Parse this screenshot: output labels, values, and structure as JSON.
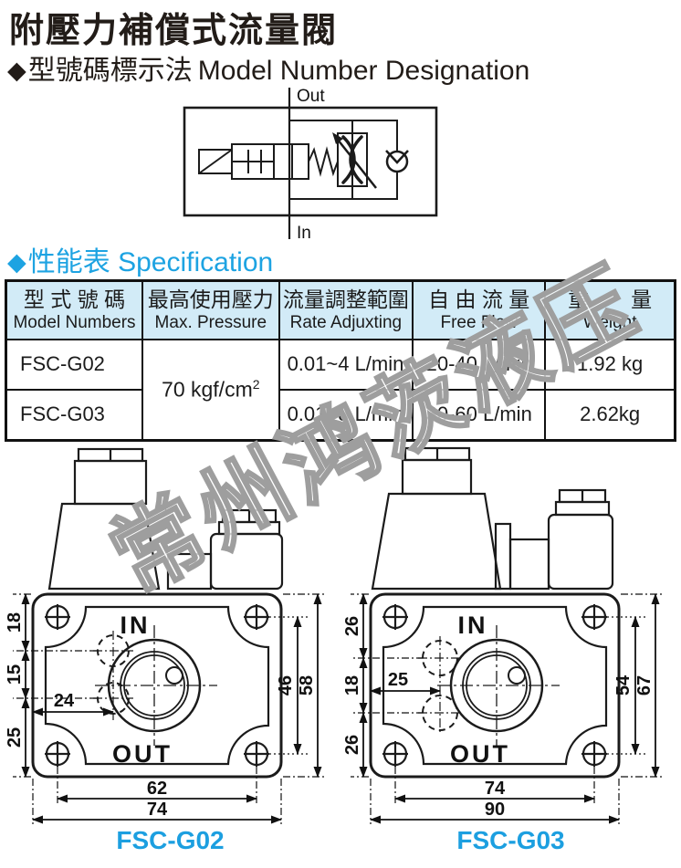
{
  "page": {
    "title": "附壓力補償式流量閥",
    "diamond": "◆",
    "subtitle_zh": "型號碼標示法",
    "subtitle_en": "Model Number Designation"
  },
  "circuit": {
    "out_label": "Out",
    "in_label": "In"
  },
  "spec": {
    "heading_zh": "性能表",
    "heading_en": "Specification",
    "accent_color": "#1da3e2",
    "header_bg": "#d2ebf7",
    "columns": [
      {
        "zh": "型 式 號 碼",
        "en": "Model Numbers"
      },
      {
        "zh": "最高使用壓力",
        "en": "Max. Pressure"
      },
      {
        "zh": "流量調整範圍",
        "en": "Rate Adjuxting"
      },
      {
        "zh": "自 由 流 量",
        "en": "Free Flow"
      },
      {
        "zh": "重　　量",
        "en": "Weight"
      }
    ],
    "pressure_value": "70 kgf/cm",
    "pressure_sup": "2",
    "rows": [
      {
        "model": "FSC-G02",
        "rate": "0.01~4 L/min",
        "free_flow": "20-40 L/min",
        "weight": "1.92 kg"
      },
      {
        "model": "FSC-G03",
        "rate": "0.01~8 L/min",
        "free_flow": "30-60 L/min",
        "weight": "2.62kg"
      }
    ]
  },
  "drawings": [
    {
      "caption": "FSC-G02",
      "in_label": "IN",
      "out_label": "OUT",
      "dims": {
        "left": [
          "18",
          "15",
          "25"
        ],
        "port_offset": "24",
        "right": [
          "46",
          "58"
        ],
        "bottom": [
          "62",
          "74"
        ]
      }
    },
    {
      "caption": "FSC-G03",
      "in_label": "IN",
      "out_label": "OUT",
      "dims": {
        "left": [
          "26",
          "18",
          "26"
        ],
        "port_offset": "25",
        "right": [
          "54",
          "67"
        ],
        "bottom": [
          "74",
          "90"
        ]
      }
    }
  ],
  "watermark": {
    "text": "常州鸿茨液压"
  }
}
